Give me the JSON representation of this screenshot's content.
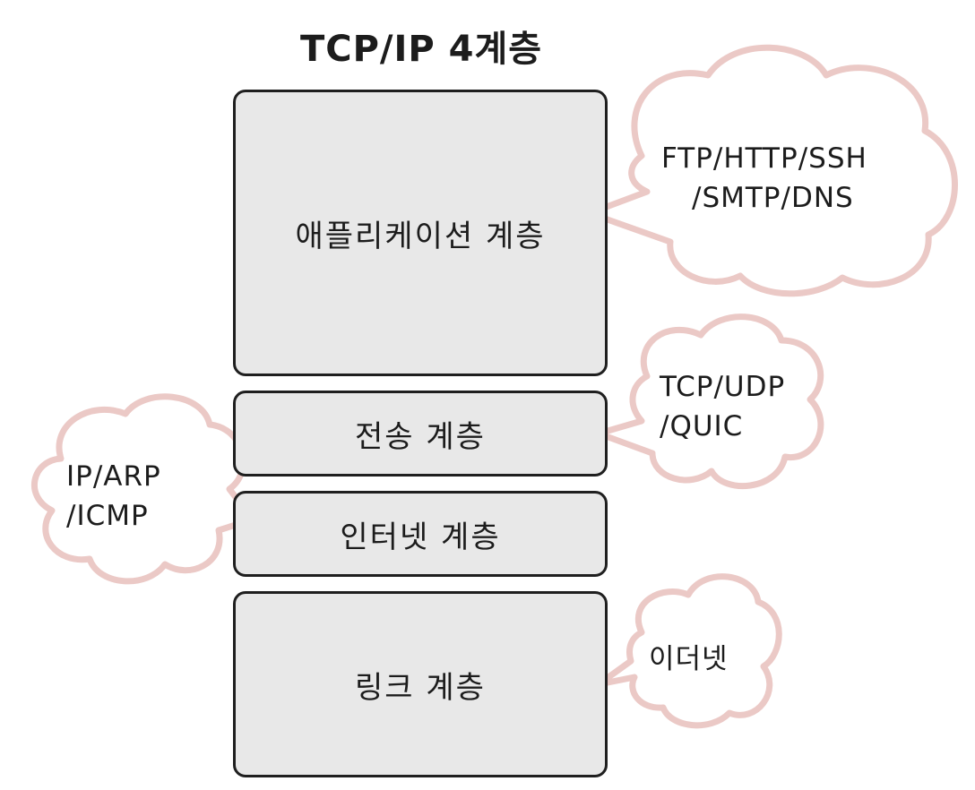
{
  "title": "TCP/IP 4계층",
  "layers": [
    {
      "label": "애플리케이션 계층"
    },
    {
      "label": "전송 계층"
    },
    {
      "label": "인터넷 계층"
    },
    {
      "label": "링크 계층"
    }
  ],
  "callouts": {
    "application": {
      "lines": [
        "FTP/HTTP/SSH",
        "/SMTP/DNS"
      ]
    },
    "transport": {
      "lines": [
        "TCP/UDP",
        "/QUIC"
      ]
    },
    "internet": {
      "lines": [
        "IP/ARP",
        "/ICMP"
      ]
    },
    "link": {
      "lines": [
        "이더넷"
      ]
    }
  },
  "colors": {
    "layer_fill": "#e8e8e8",
    "layer_border": "#1f1f1f",
    "cloud_outline": "#ebc9c6"
  }
}
